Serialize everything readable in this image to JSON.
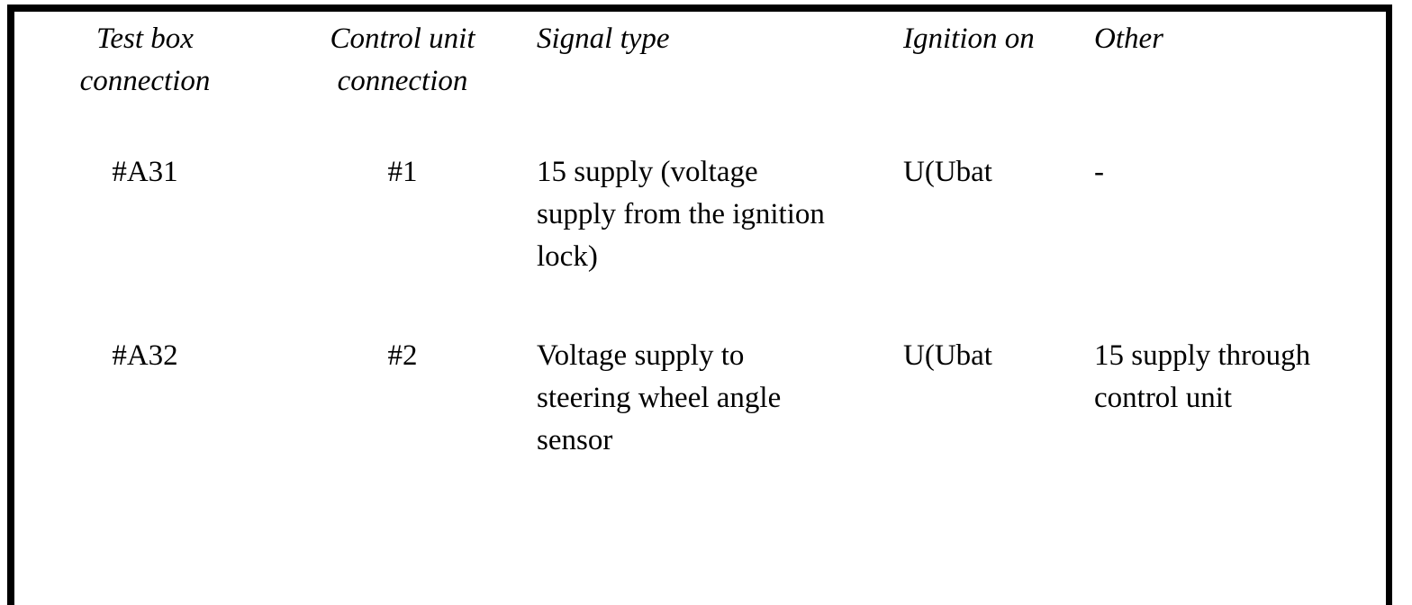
{
  "document": {
    "colors": {
      "background": "#ffffff",
      "border": "#000000",
      "text": "#000000"
    },
    "table": {
      "headers": {
        "test_box_connection": "Test box\nconnection",
        "control_unit_connection": "Control unit\nconnection",
        "signal_type": "Signal type",
        "ignition_on": "Ignition on",
        "other": "Other"
      },
      "rows": [
        {
          "test_box_connection": "#A31",
          "control_unit_connection": "#1",
          "signal_type": "15 supply (voltage\nsupply from the ignition\nlock)",
          "ignition_on": "U(Ubat",
          "other": "-"
        },
        {
          "test_box_connection": "#A32",
          "control_unit_connection": "#2",
          "signal_type": "Voltage supply to\nsteering wheel angle\nsensor",
          "ignition_on": "U(Ubat",
          "other": "15 supply through\ncontrol unit"
        }
      ]
    }
  }
}
